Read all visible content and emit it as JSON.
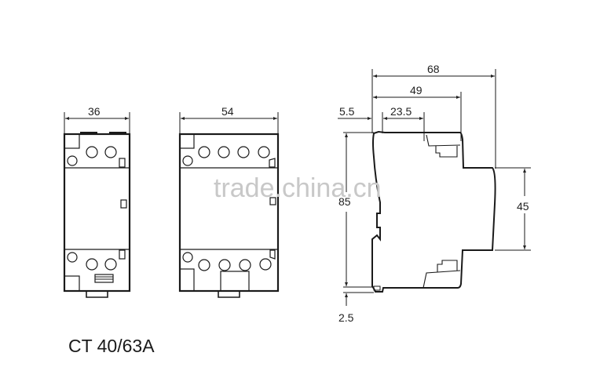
{
  "title": "CT 40/63A",
  "watermark": "trade.china.cn",
  "colors": {
    "line": "#1a1a1a",
    "dim": "#333333",
    "watermark": "#c8c8c8",
    "background": "#ffffff"
  },
  "views": {
    "front_2p": {
      "width_label": "36",
      "terminals_top": 2,
      "terminals_bottom": 2
    },
    "front_4p": {
      "width_label": "54",
      "terminals_top": 4,
      "terminals_bottom": 4
    },
    "side": {
      "depth_total_label": "68",
      "depth_mid_label": "49",
      "rail_offset_label": "5.5",
      "front_step_label": "23.5",
      "height_label": "85",
      "face_height_label": "45",
      "bottom_offset_label": "2.5"
    }
  }
}
